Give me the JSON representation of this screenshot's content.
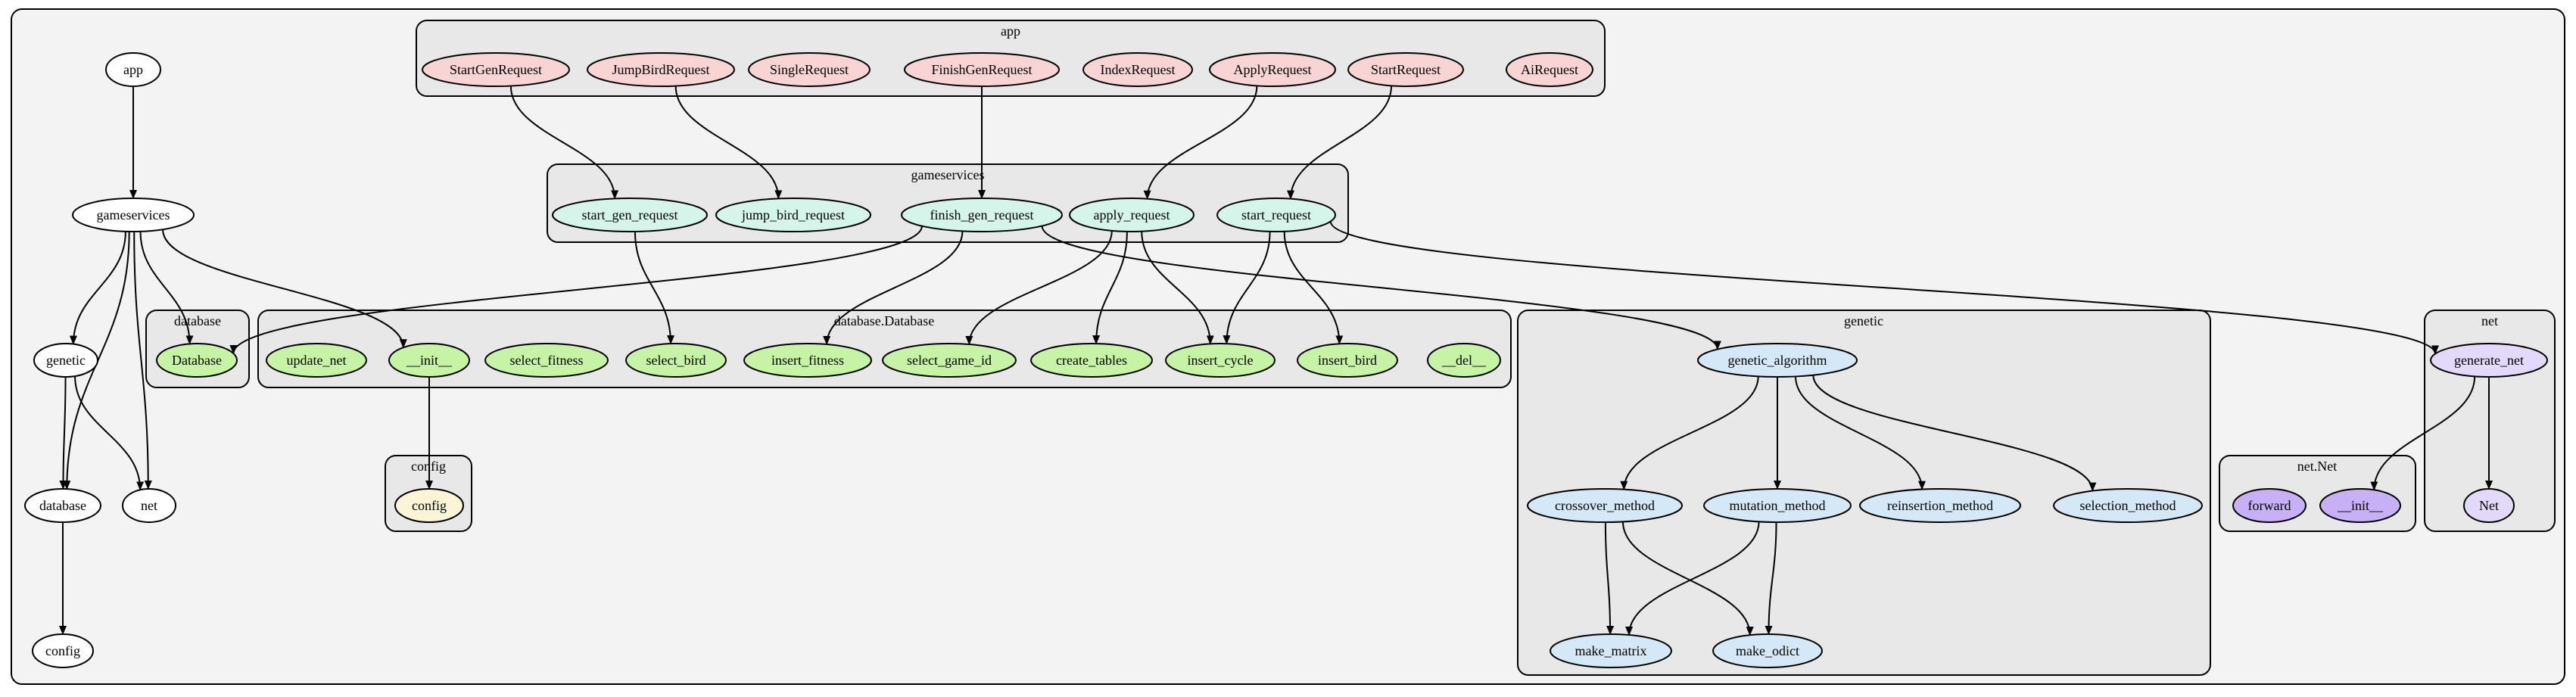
{
  "colors": {
    "outer_bg": "#f3f3f3",
    "cluster_bg": "#e8e8e8",
    "white": "#ffffff",
    "app": "#f9d4d4",
    "gameservices": "#d5f5ea",
    "database": "#c6f3a6",
    "config": "#fbf4d7",
    "genetic": "#d4e8f7",
    "net": "#e3d9fb",
    "netnet": "#c7b0f5"
  },
  "clusters": [
    {
      "id": "app",
      "label": "app"
    },
    {
      "id": "gameservices",
      "label": "gameservices"
    },
    {
      "id": "database",
      "label": "database"
    },
    {
      "id": "database_Database",
      "label": "database.Database"
    },
    {
      "id": "config",
      "label": "config"
    },
    {
      "id": "genetic",
      "label": "genetic"
    },
    {
      "id": "net",
      "label": "net"
    },
    {
      "id": "net_Net",
      "label": "net.Net"
    }
  ],
  "nodes": [
    {
      "id": "m_app",
      "label": "app",
      "fill": "white"
    },
    {
      "id": "m_gameservices",
      "label": "gameservices",
      "fill": "white"
    },
    {
      "id": "m_genetic",
      "label": "genetic",
      "fill": "white"
    },
    {
      "id": "m_database",
      "label": "database",
      "fill": "white"
    },
    {
      "id": "m_net",
      "label": "net",
      "fill": "white"
    },
    {
      "id": "m_config",
      "label": "config",
      "fill": "white"
    },
    {
      "id": "StartGenRequest",
      "label": "StartGenRequest",
      "fill": "app"
    },
    {
      "id": "JumpBirdRequest",
      "label": "JumpBirdRequest",
      "fill": "app"
    },
    {
      "id": "SingleRequest",
      "label": "SingleRequest",
      "fill": "app"
    },
    {
      "id": "FinishGenRequest",
      "label": "FinishGenRequest",
      "fill": "app"
    },
    {
      "id": "IndexRequest",
      "label": "IndexRequest",
      "fill": "app"
    },
    {
      "id": "ApplyRequest",
      "label": "ApplyRequest",
      "fill": "app"
    },
    {
      "id": "StartRequest",
      "label": "StartRequest",
      "fill": "app"
    },
    {
      "id": "AiRequest",
      "label": "AiRequest",
      "fill": "app"
    },
    {
      "id": "start_gen_request",
      "label": "start_gen_request",
      "fill": "gameservices"
    },
    {
      "id": "jump_bird_request",
      "label": "jump_bird_request",
      "fill": "gameservices"
    },
    {
      "id": "finish_gen_request",
      "label": "finish_gen_request",
      "fill": "gameservices"
    },
    {
      "id": "apply_request",
      "label": "apply_request",
      "fill": "gameservices"
    },
    {
      "id": "start_request",
      "label": "start_request",
      "fill": "gameservices"
    },
    {
      "id": "Database",
      "label": "Database",
      "fill": "database"
    },
    {
      "id": "update_net",
      "label": "update_net",
      "fill": "database"
    },
    {
      "id": "db_init",
      "label": "__init__",
      "fill": "database"
    },
    {
      "id": "select_fitness",
      "label": "select_fitness",
      "fill": "database"
    },
    {
      "id": "select_bird",
      "label": "select_bird",
      "fill": "database"
    },
    {
      "id": "insert_fitness",
      "label": "insert_fitness",
      "fill": "database"
    },
    {
      "id": "select_game_id",
      "label": "select_game_id",
      "fill": "database"
    },
    {
      "id": "create_tables",
      "label": "create_tables",
      "fill": "database"
    },
    {
      "id": "insert_cycle",
      "label": "insert_cycle",
      "fill": "database"
    },
    {
      "id": "insert_bird",
      "label": "insert_bird",
      "fill": "database"
    },
    {
      "id": "db_del",
      "label": "__del__",
      "fill": "database"
    },
    {
      "id": "config_fn",
      "label": "config",
      "fill": "config"
    },
    {
      "id": "genetic_algorithm",
      "label": "genetic_algorithm",
      "fill": "genetic"
    },
    {
      "id": "crossover_method",
      "label": "crossover_method",
      "fill": "genetic"
    },
    {
      "id": "mutation_method",
      "label": "mutation_method",
      "fill": "genetic"
    },
    {
      "id": "reinsertion_method",
      "label": "reinsertion_method",
      "fill": "genetic"
    },
    {
      "id": "selection_method",
      "label": "selection_method",
      "fill": "genetic"
    },
    {
      "id": "make_matrix",
      "label": "make_matrix",
      "fill": "genetic"
    },
    {
      "id": "make_odict",
      "label": "make_odict",
      "fill": "genetic"
    },
    {
      "id": "generate_net",
      "label": "generate_net",
      "fill": "net"
    },
    {
      "id": "Net",
      "label": "Net",
      "fill": "net"
    },
    {
      "id": "forward",
      "label": "forward",
      "fill": "netnet"
    },
    {
      "id": "net_init",
      "label": "__init__",
      "fill": "netnet"
    }
  ],
  "edges": [
    [
      "m_app",
      "m_gameservices"
    ],
    [
      "m_gameservices",
      "m_genetic"
    ],
    [
      "m_gameservices",
      "m_database"
    ],
    [
      "m_gameservices",
      "m_net"
    ],
    [
      "m_gameservices",
      "Database"
    ],
    [
      "m_gameservices",
      "db_init"
    ],
    [
      "m_genetic",
      "m_database"
    ],
    [
      "m_genetic",
      "m_net"
    ],
    [
      "m_database",
      "m_config"
    ],
    [
      "StartGenRequest",
      "start_gen_request"
    ],
    [
      "JumpBirdRequest",
      "jump_bird_request"
    ],
    [
      "FinishGenRequest",
      "finish_gen_request"
    ],
    [
      "ApplyRequest",
      "apply_request"
    ],
    [
      "StartRequest",
      "start_request"
    ],
    [
      "start_gen_request",
      "select_bird"
    ],
    [
      "finish_gen_request",
      "Database"
    ],
    [
      "finish_gen_request",
      "insert_fitness"
    ],
    [
      "finish_gen_request",
      "genetic_algorithm"
    ],
    [
      "apply_request",
      "select_game_id"
    ],
    [
      "apply_request",
      "create_tables"
    ],
    [
      "apply_request",
      "insert_cycle"
    ],
    [
      "start_request",
      "insert_cycle"
    ],
    [
      "start_request",
      "insert_bird"
    ],
    [
      "start_request",
      "generate_net"
    ],
    [
      "db_init",
      "config_fn"
    ],
    [
      "genetic_algorithm",
      "crossover_method"
    ],
    [
      "genetic_algorithm",
      "mutation_method"
    ],
    [
      "genetic_algorithm",
      "reinsertion_method"
    ],
    [
      "genetic_algorithm",
      "selection_method"
    ],
    [
      "crossover_method",
      "make_matrix"
    ],
    [
      "crossover_method",
      "make_odict"
    ],
    [
      "mutation_method",
      "make_matrix"
    ],
    [
      "mutation_method",
      "make_odict"
    ],
    [
      "generate_net",
      "net_init"
    ],
    [
      "generate_net",
      "Net"
    ]
  ]
}
